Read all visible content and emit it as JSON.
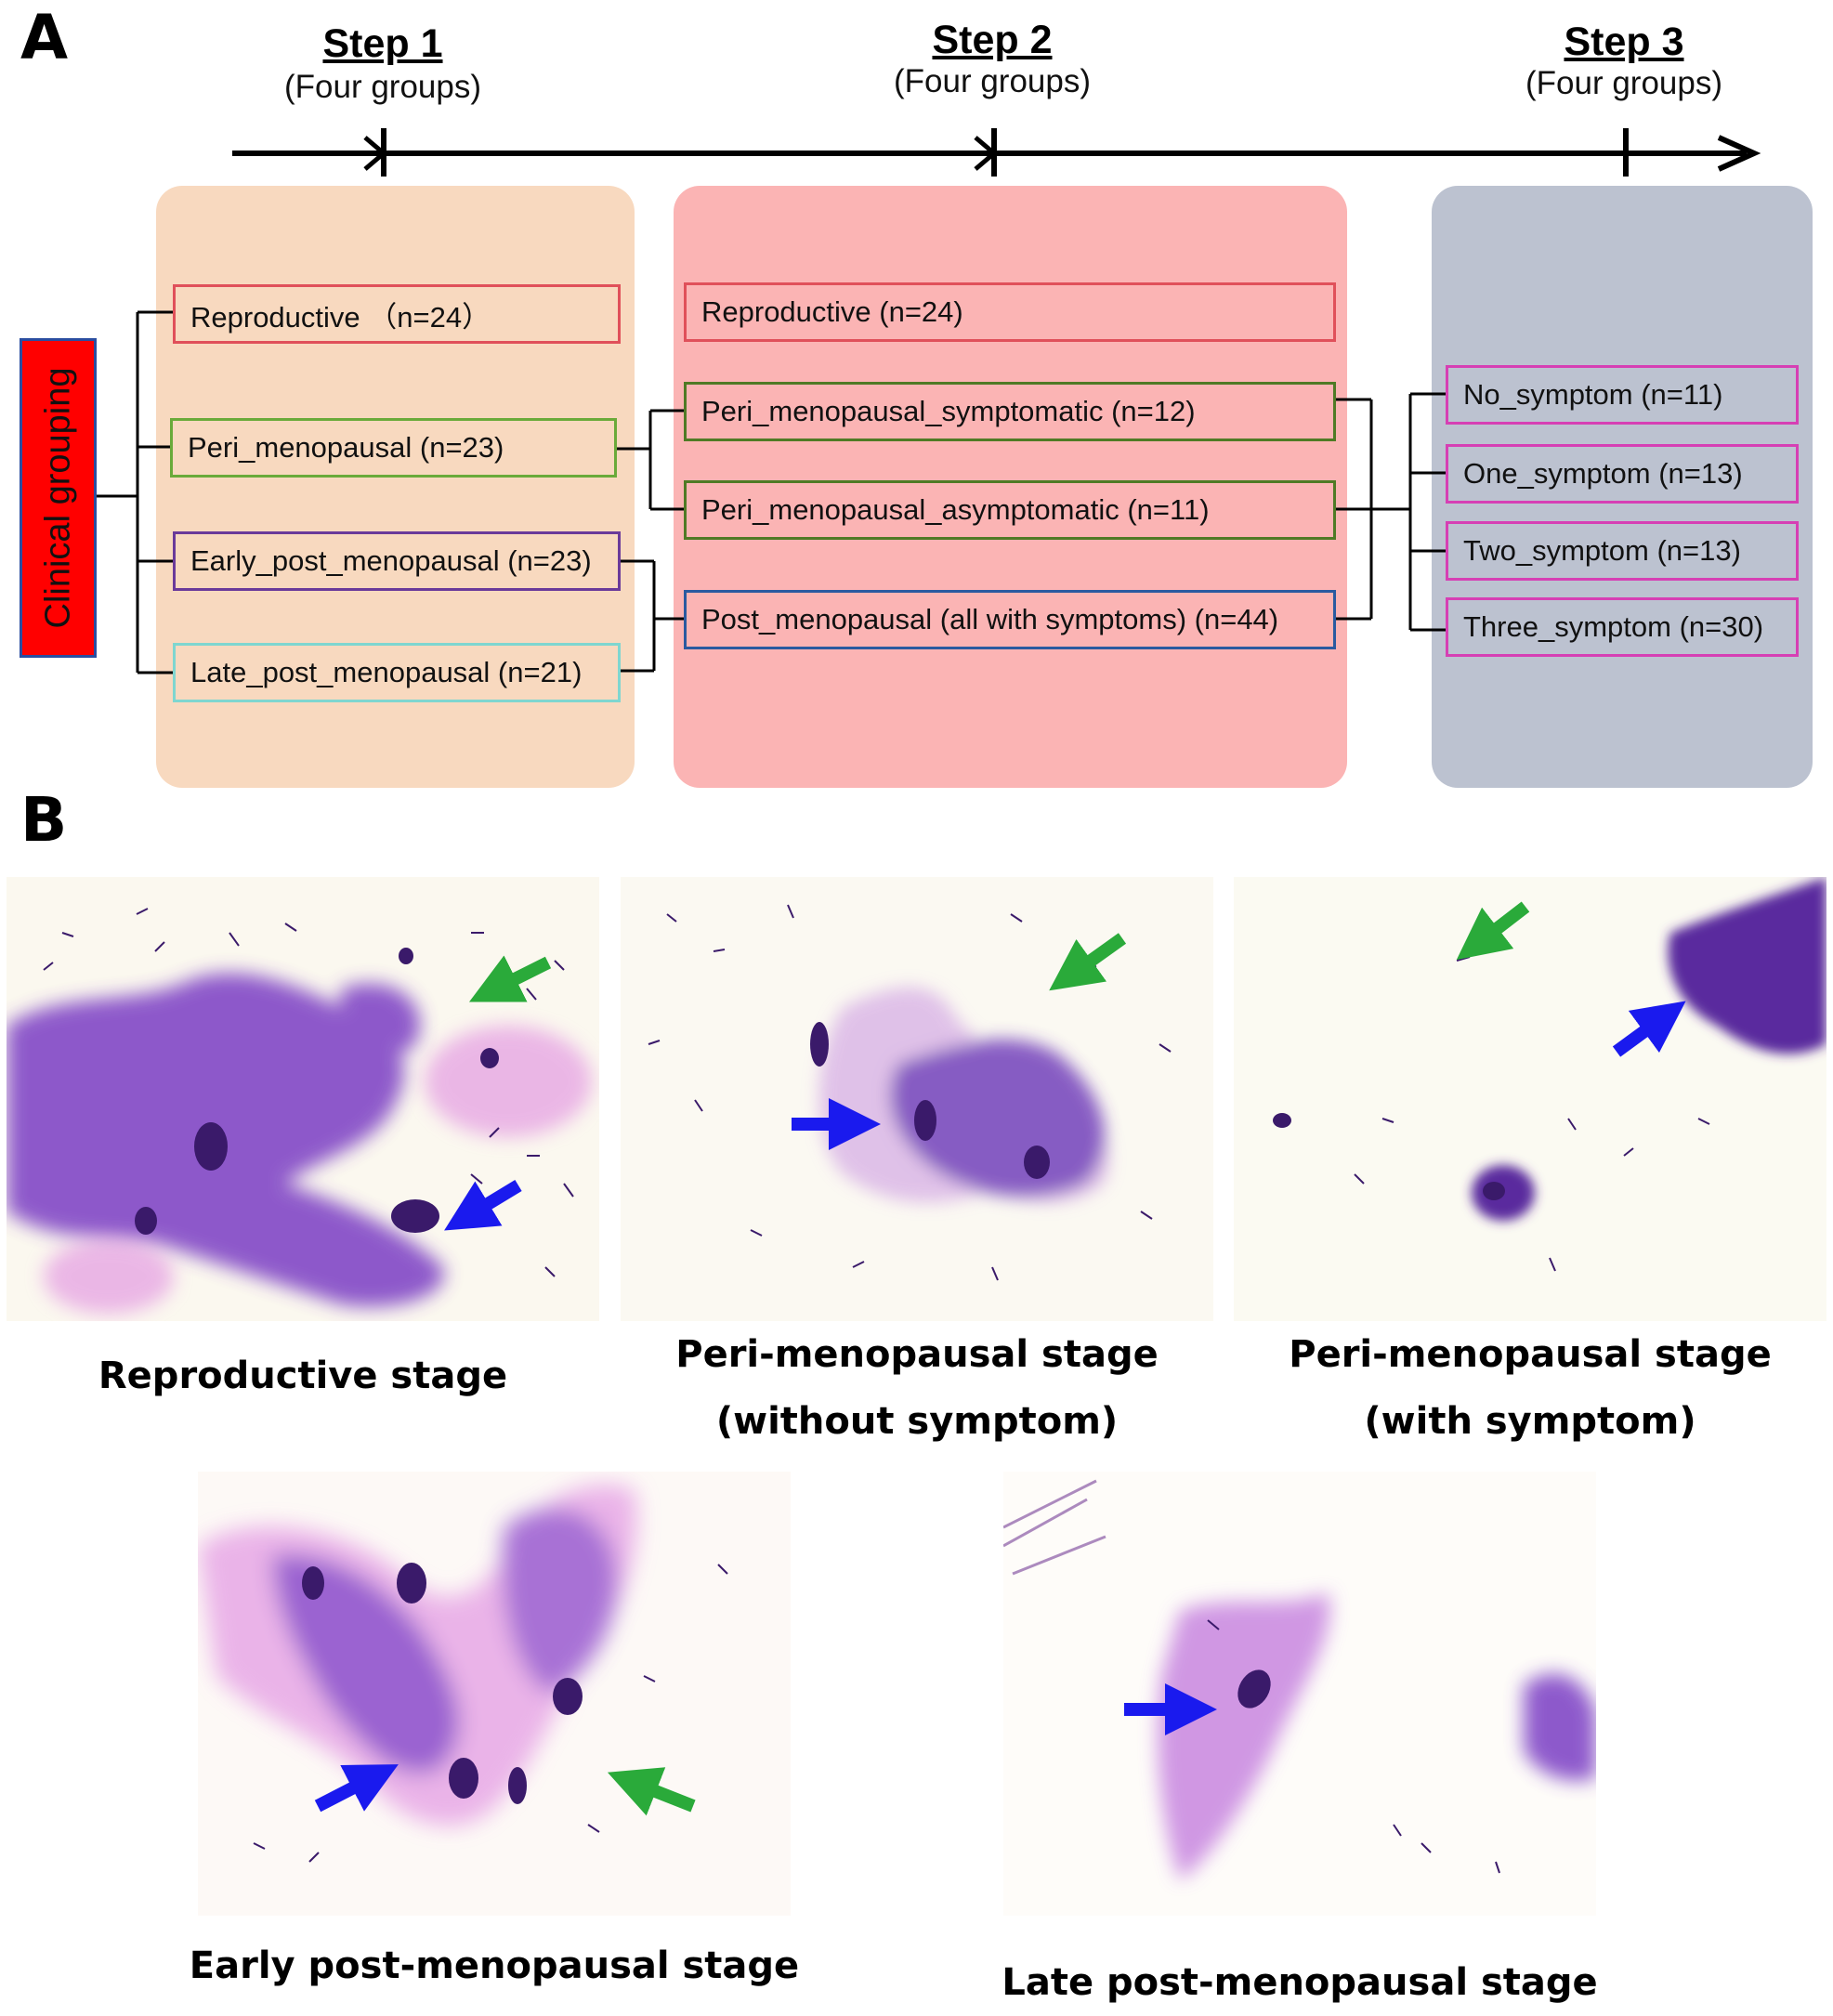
{
  "panel_a": {
    "letter": "A",
    "steps": [
      {
        "title": "Step 1",
        "subtitle": "(Four groups)"
      },
      {
        "title": "Step 2",
        "subtitle": "(Four groups)"
      },
      {
        "title": "Step 3",
        "subtitle": "(Four groups)"
      }
    ],
    "root_label": "Clinical grouping",
    "step1_groups": [
      {
        "label": "Reproductive （n=24）",
        "color": "#e0505a"
      },
      {
        "label": "Peri_menopausal (n=23)",
        "color": "#6aaa3a"
      },
      {
        "label": "Early_post_menopausal (n=23)",
        "color": "#6a3a9a"
      },
      {
        "label": "Late_post_menopausal (n=21)",
        "color": "#7fd6d0"
      }
    ],
    "step2_groups": [
      {
        "label": "Reproductive (n=24)",
        "color": "#e0505a"
      },
      {
        "label": "Peri_menopausal_symptomatic (n=12)",
        "color": "#4f7a25"
      },
      {
        "label": "Peri_menopausal_asymptomatic (n=11)",
        "color": "#4f7a25"
      },
      {
        "label": "Post_menopausal (all with symptoms) (n=44)",
        "color": "#2a5aa0"
      }
    ],
    "step3_groups": [
      {
        "label": "No_symptom (n=11)",
        "color": "#d63fb4"
      },
      {
        "label": "One_symptom (n=13)",
        "color": "#d63fb4"
      },
      {
        "label": "Two_symptom (n=13)",
        "color": "#d63fb4"
      },
      {
        "label": "Three_symptom (n=30)",
        "color": "#d63fb4"
      }
    ],
    "colors": {
      "step1_bg": "#f8d9bf",
      "step2_bg": "#fbb4b4",
      "step3_bg": "#bcc2d0",
      "root_fill": "#ff0000"
    }
  },
  "panel_b": {
    "letter": "B",
    "captions": [
      "Reproductive stage",
      "Peri-menopausal stage",
      "(without symptom)",
      "Peri-menopausal stage",
      "(with symptom)",
      "Early post-menopausal stage",
      "Late post-menopausal stage"
    ],
    "arrow_colors": {
      "epithelial_cell": "#1a1aee",
      "bacteria": "#2aaa3a"
    },
    "stain_color": "#6a3ab0"
  }
}
